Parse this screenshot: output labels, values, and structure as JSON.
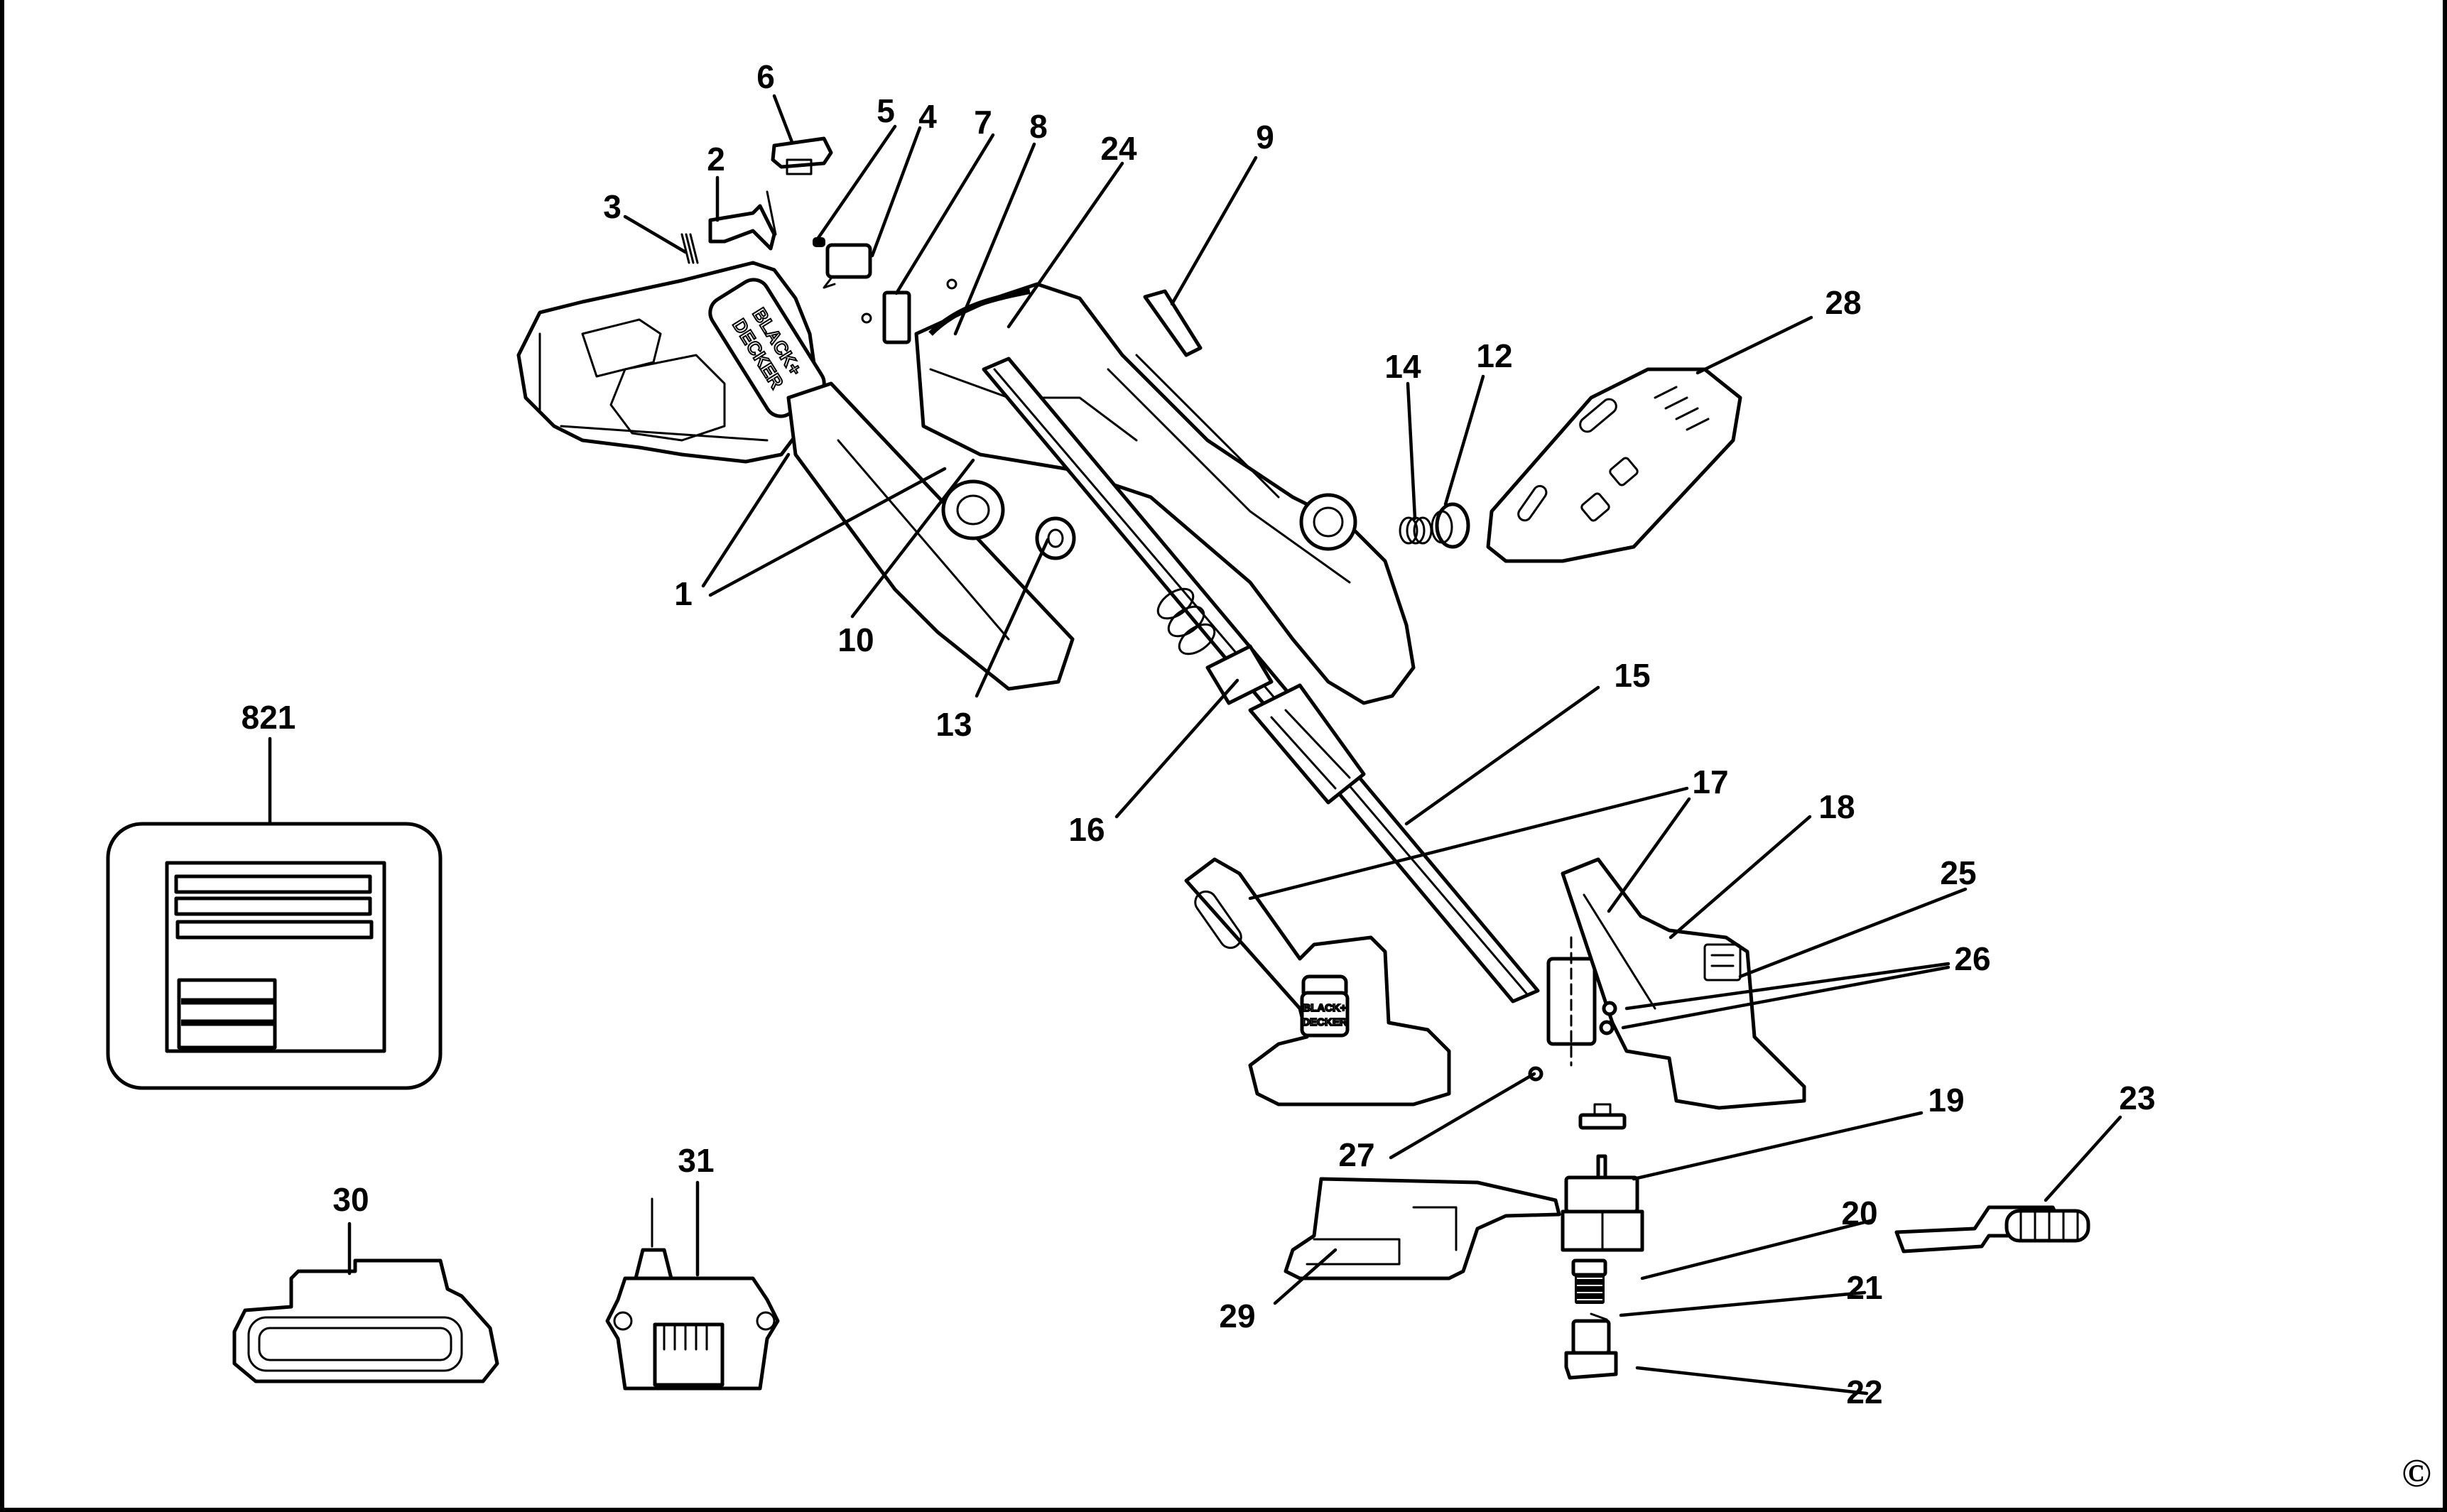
{
  "diagram": {
    "title": "Exploded parts diagram - cordless string trimmer",
    "brand_logo_text": [
      "BLACK+",
      "DECKER"
    ],
    "copyright_symbol": "©",
    "nodes": [
      {
        "id": "1",
        "label": "1",
        "part": "handle-housing"
      },
      {
        "id": "2",
        "label": "2",
        "part": "trigger-lever"
      },
      {
        "id": "3",
        "label": "3",
        "part": "trigger-spring"
      },
      {
        "id": "4",
        "label": "4",
        "part": "lock-off-button"
      },
      {
        "id": "5",
        "label": "5",
        "part": "magnet"
      },
      {
        "id": "6",
        "label": "6",
        "part": "battery-terminal-block"
      },
      {
        "id": "7",
        "label": "7",
        "part": "switch"
      },
      {
        "id": "8",
        "label": "8",
        "part": "wire-harness"
      },
      {
        "id": "24",
        "label": "24",
        "part": "pcb-module"
      },
      {
        "id": "9",
        "label": "9",
        "part": "latch"
      },
      {
        "id": "10",
        "label": "10",
        "part": "pivot-housing"
      },
      {
        "id": "12",
        "label": "12",
        "part": "knob"
      },
      {
        "id": "13",
        "label": "13",
        "part": "washer"
      },
      {
        "id": "14",
        "label": "14",
        "part": "spring"
      },
      {
        "id": "15",
        "label": "15",
        "part": "tube"
      },
      {
        "id": "16",
        "label": "16",
        "part": "collar"
      },
      {
        "id": "17",
        "label": "17",
        "part": "motor-housing"
      },
      {
        "id": "18",
        "label": "18",
        "part": "motor"
      },
      {
        "id": "19",
        "label": "19",
        "part": "spool-housing"
      },
      {
        "id": "20",
        "label": "20",
        "part": "spool-and-line"
      },
      {
        "id": "21",
        "label": "21",
        "part": "spool-spring"
      },
      {
        "id": "22",
        "label": "22",
        "part": "spool-cap"
      },
      {
        "id": "23",
        "label": "23",
        "part": "edge-guide"
      },
      {
        "id": "25",
        "label": "25",
        "part": "fan"
      },
      {
        "id": "26",
        "label": "26",
        "part": "screws"
      },
      {
        "id": "27",
        "label": "27",
        "part": "screw"
      },
      {
        "id": "28",
        "label": "28",
        "part": "auxiliary-handle"
      },
      {
        "id": "29",
        "label": "29",
        "part": "guard"
      },
      {
        "id": "30",
        "label": "30",
        "part": "battery-pack"
      },
      {
        "id": "31",
        "label": "31",
        "part": "charger"
      },
      {
        "id": "821",
        "label": "821",
        "part": "nameplate-label"
      }
    ],
    "edges": [
      {
        "from": "1",
        "to": "handle-housing"
      },
      {
        "from": "1",
        "to": "handle-housing-right"
      },
      {
        "from": "2",
        "to": "trigger-lever"
      },
      {
        "from": "3",
        "to": "trigger-spring"
      },
      {
        "from": "4",
        "to": "lock-off-button"
      },
      {
        "from": "5",
        "to": "magnet"
      },
      {
        "from": "6",
        "to": "battery-terminal-block"
      },
      {
        "from": "7",
        "to": "switch"
      },
      {
        "from": "8",
        "to": "wire-harness"
      },
      {
        "from": "24",
        "to": "pcb-module"
      },
      {
        "from": "9",
        "to": "latch"
      },
      {
        "from": "10",
        "to": "pivot-housing"
      },
      {
        "from": "12",
        "to": "knob"
      },
      {
        "from": "13",
        "to": "washer"
      },
      {
        "from": "14",
        "to": "spring"
      },
      {
        "from": "15",
        "to": "tube"
      },
      {
        "from": "16",
        "to": "collar"
      },
      {
        "from": "17",
        "to": "motor-housing-left"
      },
      {
        "from": "17",
        "to": "motor-housing-right"
      },
      {
        "from": "18",
        "to": "motor"
      },
      {
        "from": "19",
        "to": "spool-housing"
      },
      {
        "from": "20",
        "to": "spool-and-line"
      },
      {
        "from": "21",
        "to": "spool-spring"
      },
      {
        "from": "22",
        "to": "spool-cap"
      },
      {
        "from": "23",
        "to": "edge-guide"
      },
      {
        "from": "25",
        "to": "fan"
      },
      {
        "from": "26",
        "to": "screw-a"
      },
      {
        "from": "26",
        "to": "screw-b"
      },
      {
        "from": "27",
        "to": "screw"
      },
      {
        "from": "28",
        "to": "auxiliary-handle"
      },
      {
        "from": "29",
        "to": "guard"
      },
      {
        "from": "30",
        "to": "battery-pack"
      },
      {
        "from": "31",
        "to": "charger"
      },
      {
        "from": "821",
        "to": "nameplate-label"
      }
    ]
  }
}
